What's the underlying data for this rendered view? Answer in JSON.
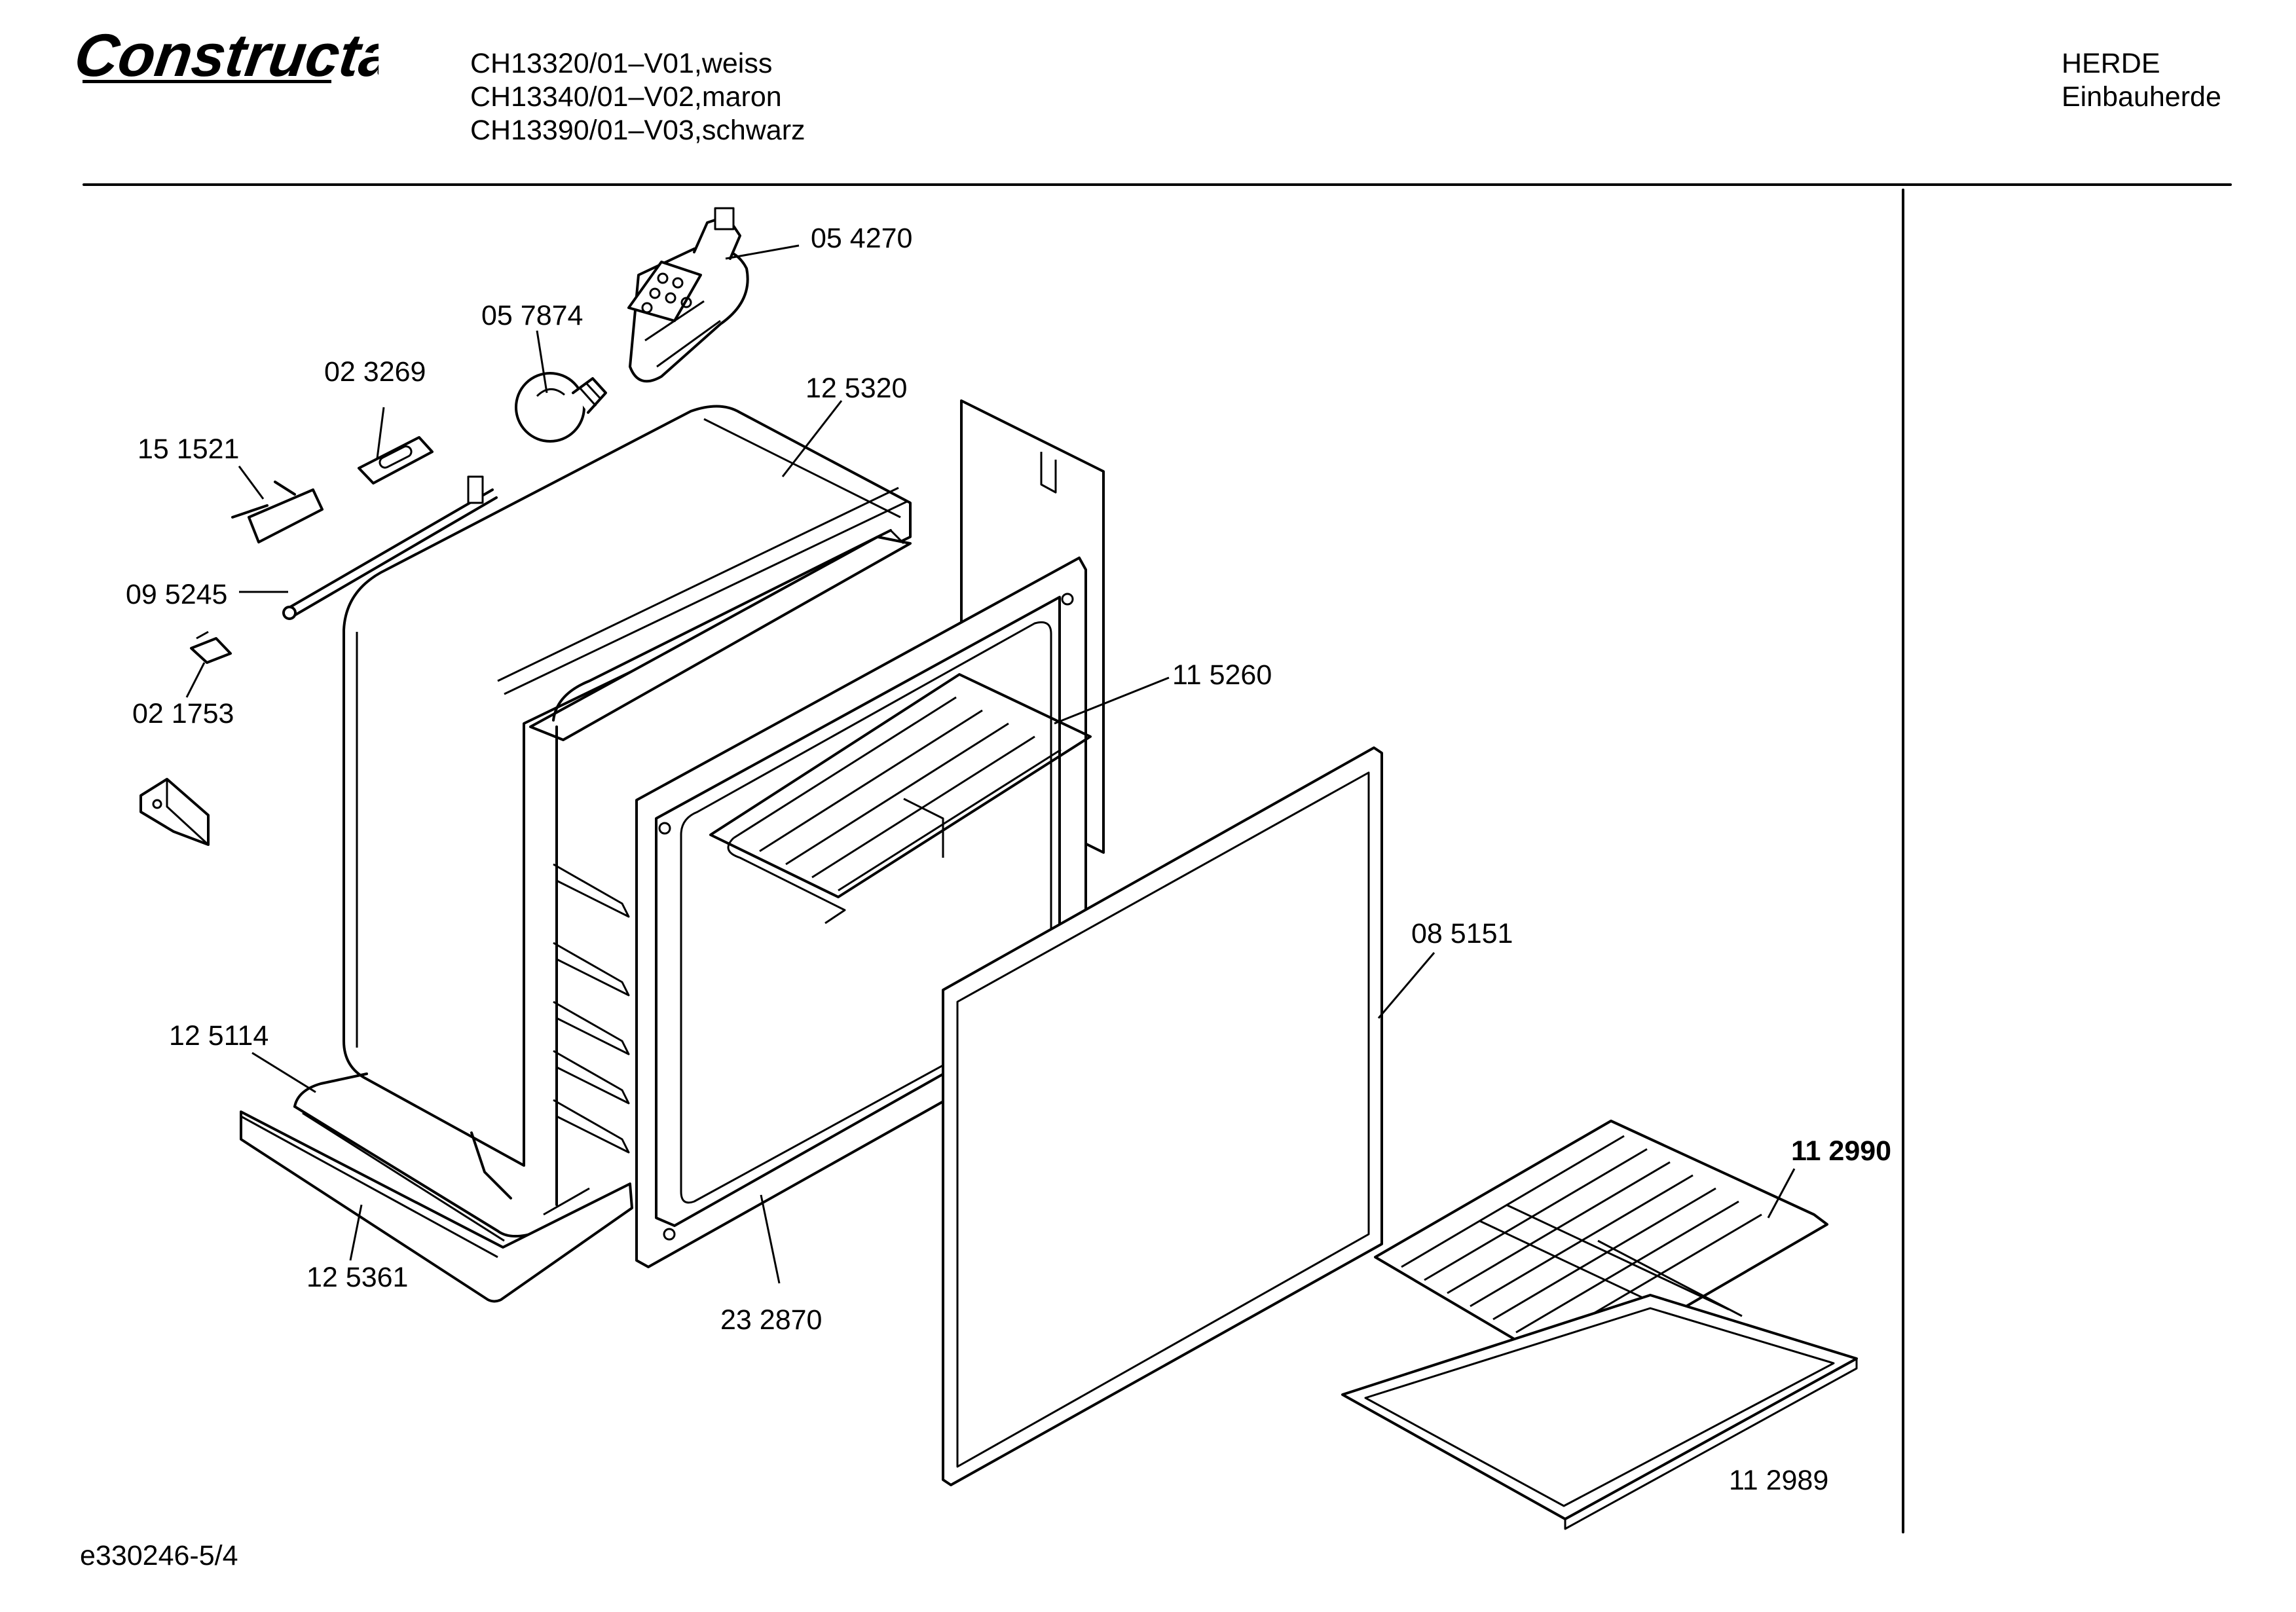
{
  "header": {
    "brand": "Constructa",
    "models": [
      "CH13320/01–V01,weiss",
      "CH13340/01–V02,maron",
      "CH13390/01–V03,schwarz"
    ],
    "category": "HERDE",
    "subcategory": "Einbauherde"
  },
  "parts": [
    {
      "id": "p054270",
      "label": "05 4270"
    },
    {
      "id": "p057874",
      "label": "05 7874"
    },
    {
      "id": "p023269",
      "label": "02 3269"
    },
    {
      "id": "p125320",
      "label": "12 5320"
    },
    {
      "id": "p151521",
      "label": "15 1521"
    },
    {
      "id": "p095245",
      "label": "09 5245"
    },
    {
      "id": "p021753",
      "label": "02 1753"
    },
    {
      "id": "p115260",
      "label": "11 5260"
    },
    {
      "id": "p085151",
      "label": "08 5151"
    },
    {
      "id": "p125114",
      "label": "12 5114"
    },
    {
      "id": "p112990",
      "label": "11 2990",
      "emphasis": "bold"
    },
    {
      "id": "p125361",
      "label": "12 5361"
    },
    {
      "id": "p232870",
      "label": "23 2870"
    },
    {
      "id": "p112989",
      "label": "11 2989"
    }
  ],
  "footer": {
    "drawing_code": "e330246-5/4"
  }
}
